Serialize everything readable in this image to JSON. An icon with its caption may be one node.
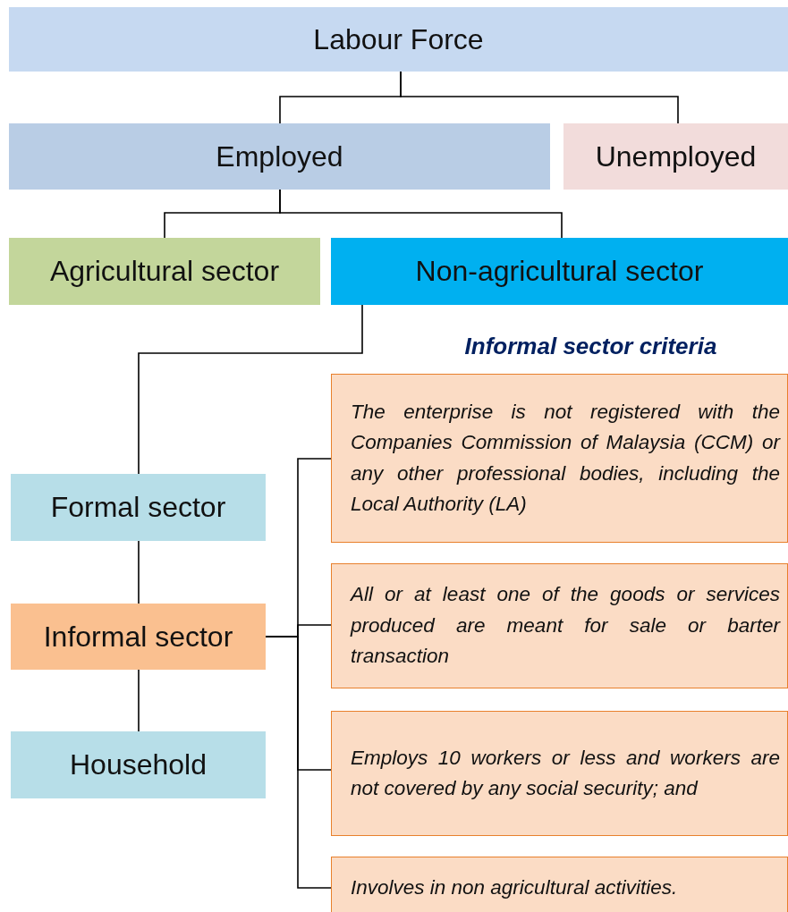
{
  "diagram": {
    "nodes": [
      {
        "text": [
          "Labour Force"
        ]
      },
      {
        "text": [
          "Employed"
        ]
      },
      {
        "text": [
          "Unemployed"
        ]
      },
      {
        "text": [
          "Agricultural sector"
        ]
      },
      {
        "text": [
          "Non-agricultural sector"
        ]
      },
      {
        "text": [
          "Formal sector"
        ]
      },
      {
        "text": [
          "Informal sector"
        ]
      },
      {
        "text": [
          "Household"
        ]
      },
      {
        "text": [
          "The enterprise is not registered with the Companies Commission of Malaysia (CCM) or any other professional bodies, including the Local Authority (LA)"
        ]
      },
      {
        "text": [
          "All or at least one of the goods or services produced are meant for sale or barter transaction"
        ]
      },
      {
        "text": [
          "Employs 10 workers or less and workers are not covered by any social security; and"
        ]
      },
      {
        "text": [
          "Involves in non agricultural activities."
        ]
      }
    ],
    "edges": [
      {
        "from": 0,
        "to": 1,
        "arrow": "none"
      },
      {
        "from": 0,
        "to": 2,
        "arrow": "none"
      },
      {
        "from": 1,
        "to": 3,
        "arrow": "none"
      },
      {
        "from": 1,
        "to": 4,
        "arrow": "none"
      },
      {
        "from": 4,
        "to": 5,
        "arrow": "none"
      },
      {
        "from": 5,
        "to": 6,
        "arrow": "none"
      },
      {
        "from": 6,
        "to": 7,
        "arrow": "none"
      },
      {
        "from": 6,
        "to": 8,
        "arrow": "none"
      },
      {
        "from": 6,
        "to": 9,
        "arrow": "none"
      },
      {
        "from": 6,
        "to": 10,
        "arrow": "none"
      },
      {
        "from": 6,
        "to": 11,
        "arrow": "none"
      }
    ],
    "labels": [
      "Informal sector criteria"
    ]
  }
}
